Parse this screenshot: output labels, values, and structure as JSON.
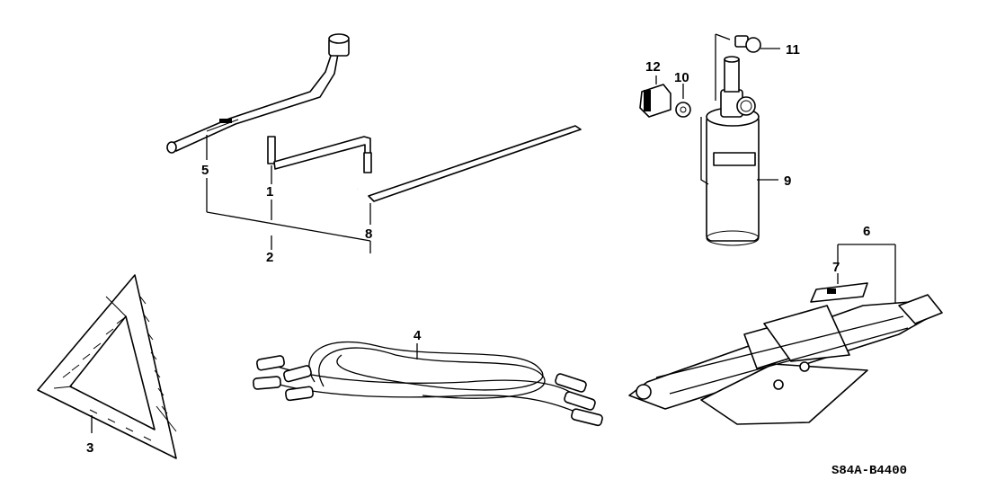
{
  "diagram": {
    "code": "S84A-B4400",
    "callouts": [
      "1",
      "2",
      "3",
      "4",
      "5",
      "6",
      "7",
      "8",
      "9",
      "10",
      "11",
      "12"
    ],
    "parts": [
      {
        "ref": "5",
        "icon": "wheel-wrench-icon"
      },
      {
        "ref": "1",
        "icon": "jack-handle-crank-icon"
      },
      {
        "ref": "8",
        "icon": "hook-bar-icon"
      },
      {
        "ref": "2",
        "icon": "tool-set-group"
      },
      {
        "ref": "9",
        "icon": "repair-kit-bottle-icon"
      },
      {
        "ref": "10",
        "icon": "washer-icon"
      },
      {
        "ref": "11",
        "icon": "valve-cap-icon"
      },
      {
        "ref": "12",
        "icon": "clip-icon"
      },
      {
        "ref": "6",
        "icon": "scissor-jack-icon"
      },
      {
        "ref": "7",
        "icon": "label-plate-icon"
      },
      {
        "ref": "4",
        "icon": "booster-cable-icon"
      },
      {
        "ref": "3",
        "icon": "warning-triangle-icon"
      }
    ]
  }
}
